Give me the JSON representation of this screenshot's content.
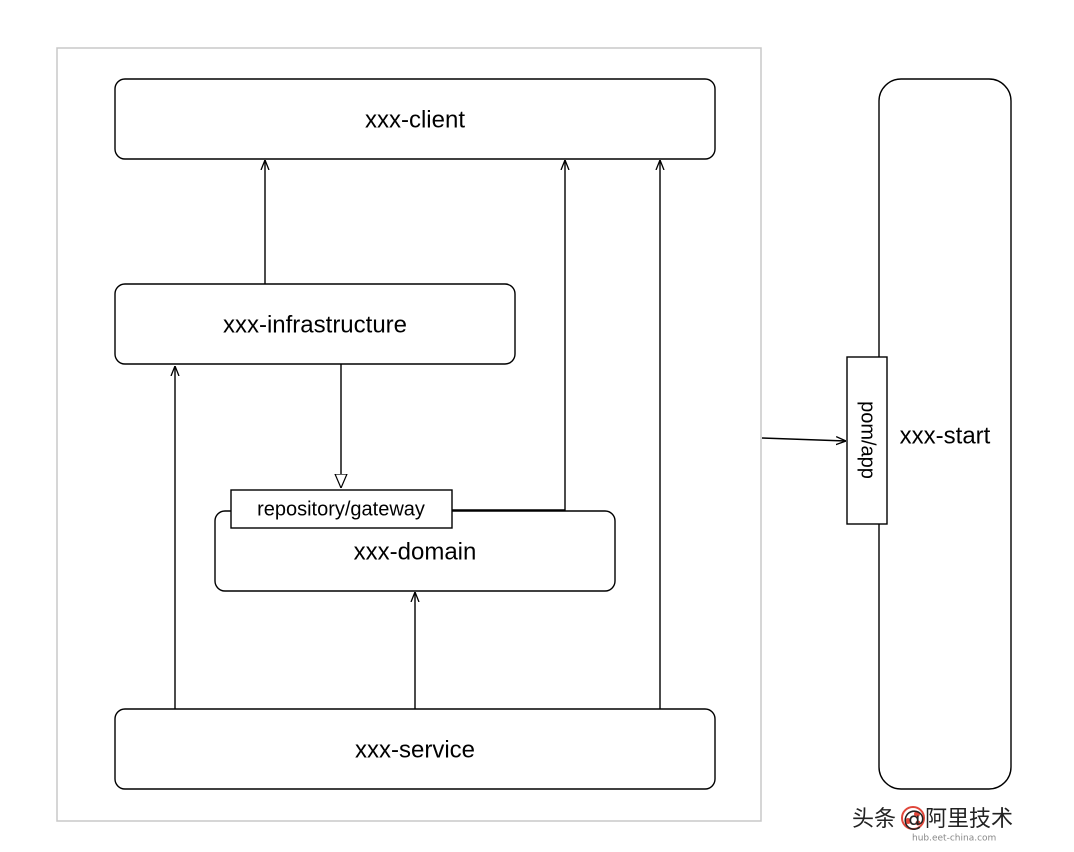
{
  "diagram": {
    "boxes": {
      "client": "xxx-client",
      "infrastructure": "xxx-infrastructure",
      "domain": "xxx-domain",
      "repository_gateway": "repository/gateway",
      "service": "xxx-service",
      "start": "xxx-start",
      "pom_app": "pom/app"
    },
    "colors": {
      "stroke": "#000000",
      "frame": "#c8c8c8",
      "background": "#ffffff"
    }
  },
  "watermark": {
    "text": "头条 @阿里技术",
    "sub_text": "hub.eet-china.com",
    "icon": "share-logo-icon"
  }
}
